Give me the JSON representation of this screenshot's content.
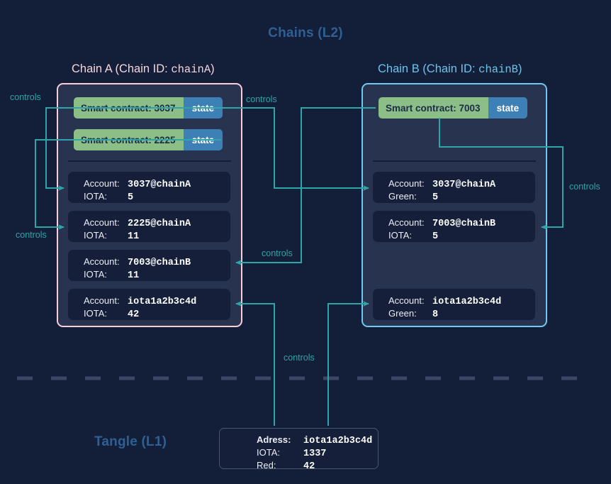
{
  "diagram": {
    "title": "Chains (L2)",
    "tangle_title": "Tangle (L1)",
    "edge_label": "controls",
    "colors": {
      "background": "#131E38",
      "chain_panel": "#27334F",
      "chain_a_border": "#F9CEDA",
      "chain_b_border": "#71C9F2",
      "contract_green": "#8BBF87",
      "state_blue": "#3C80B6",
      "account_card": "#151F39",
      "edge_teal": "#2FA5A8",
      "title_blue": "#2F6095"
    }
  },
  "chains": [
    {
      "title_prefix": "Chain A (Chain ID: ",
      "title_id": "chainA",
      "title_suffix": ")",
      "contracts": [
        {
          "name": "Smart contract: 3037",
          "state": "state"
        },
        {
          "name": "Smart contract: 2225",
          "state": "state"
        }
      ],
      "accounts": [
        {
          "key1": "Account:",
          "val1": "3037@chainA",
          "key2": "IOTA:",
          "val2": "5"
        },
        {
          "key1": "Account:",
          "val1": "2225@chainA",
          "key2": "IOTA:",
          "val2": "11"
        },
        {
          "key1": "Account:",
          "val1": "7003@chainB",
          "key2": "IOTA:",
          "val2": "11"
        },
        {
          "key1": "Account:",
          "val1": "iota1a2b3c4d",
          "key2": "IOTA:",
          "val2": "42"
        }
      ]
    },
    {
      "title_prefix": "Chain B (Chain ID: ",
      "title_id": "chainB",
      "title_suffix": ")",
      "contracts": [
        {
          "name": "Smart contract: 7003",
          "state": "state"
        }
      ],
      "accounts": [
        {
          "key1": "Account:",
          "val1": "3037@chainA",
          "key2": "Green:",
          "val2": "5"
        },
        {
          "key1": "Account:",
          "val1": "7003@chainB",
          "key2": "IOTA:",
          "val2": "5"
        },
        {
          "key1": "Account:",
          "val1": "iota1a2b3c4d",
          "key2": "Green:",
          "val2": "8"
        }
      ]
    }
  ],
  "tangle": {
    "address_card": {
      "key1": "Adress:",
      "val1": "iota1a2b3c4d",
      "key2": "IOTA:",
      "val2": "1337",
      "key3": "Red:",
      "val3": "42"
    }
  },
  "edges": [
    {
      "id": "ctl-left-top",
      "label": "controls",
      "from": "chainA.contract.3037.state",
      "to": "chainA.account.3037@chainA"
    },
    {
      "id": "ctl-left-bottom",
      "label": "controls",
      "from": "chainA.contract.2225.state",
      "to": "chainA.account.2225@chainA"
    },
    {
      "id": "ctl-mid-top",
      "label": "controls",
      "from": "chainA.contract.3037.state",
      "to": "chainB.account.3037@chainA"
    },
    {
      "id": "ctl-mid-bottom",
      "label": "controls",
      "from": "chainB.contract.7003.state",
      "to": "chainA.account.7003@chainB"
    },
    {
      "id": "ctl-right",
      "label": "controls",
      "from": "chainB.contract.7003.state",
      "to": "chainB.account.7003@chainB"
    },
    {
      "id": "ctl-l1",
      "label": "controls",
      "from": "tangle.address.iota1a2b3c4d",
      "to": "chainA.account.iota1a2b3c4d"
    },
    {
      "id": "ctl-l1-b",
      "label": "",
      "from": "tangle.address.iota1a2b3c4d",
      "to": "chainB.account.iota1a2b3c4d"
    }
  ]
}
